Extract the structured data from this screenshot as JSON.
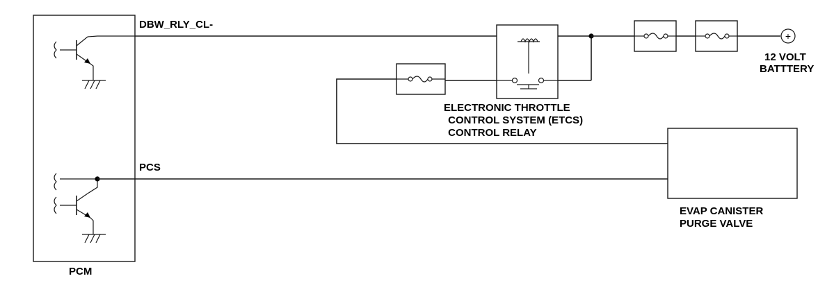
{
  "components": {
    "pcm": {
      "label": "PCM"
    },
    "relay": {
      "label_lines": [
        "ELECTRONIC THROTTLE",
        " CONTROL SYSTEM (ETCS)",
        " CONTROL RELAY"
      ]
    },
    "battery": {
      "label_lines": [
        "12 VOLT",
        "BATTTERY"
      ],
      "symbol": "+"
    },
    "purge_valve": {
      "label_lines": [
        "EVAP CANISTER",
        "PURGE VALVE"
      ]
    }
  },
  "circuits": {
    "relay_control": "DBW_RLY_CL-",
    "purge_control": "PCS"
  },
  "colors": {
    "line": "#1a1a1a",
    "background": "#ffffff"
  }
}
